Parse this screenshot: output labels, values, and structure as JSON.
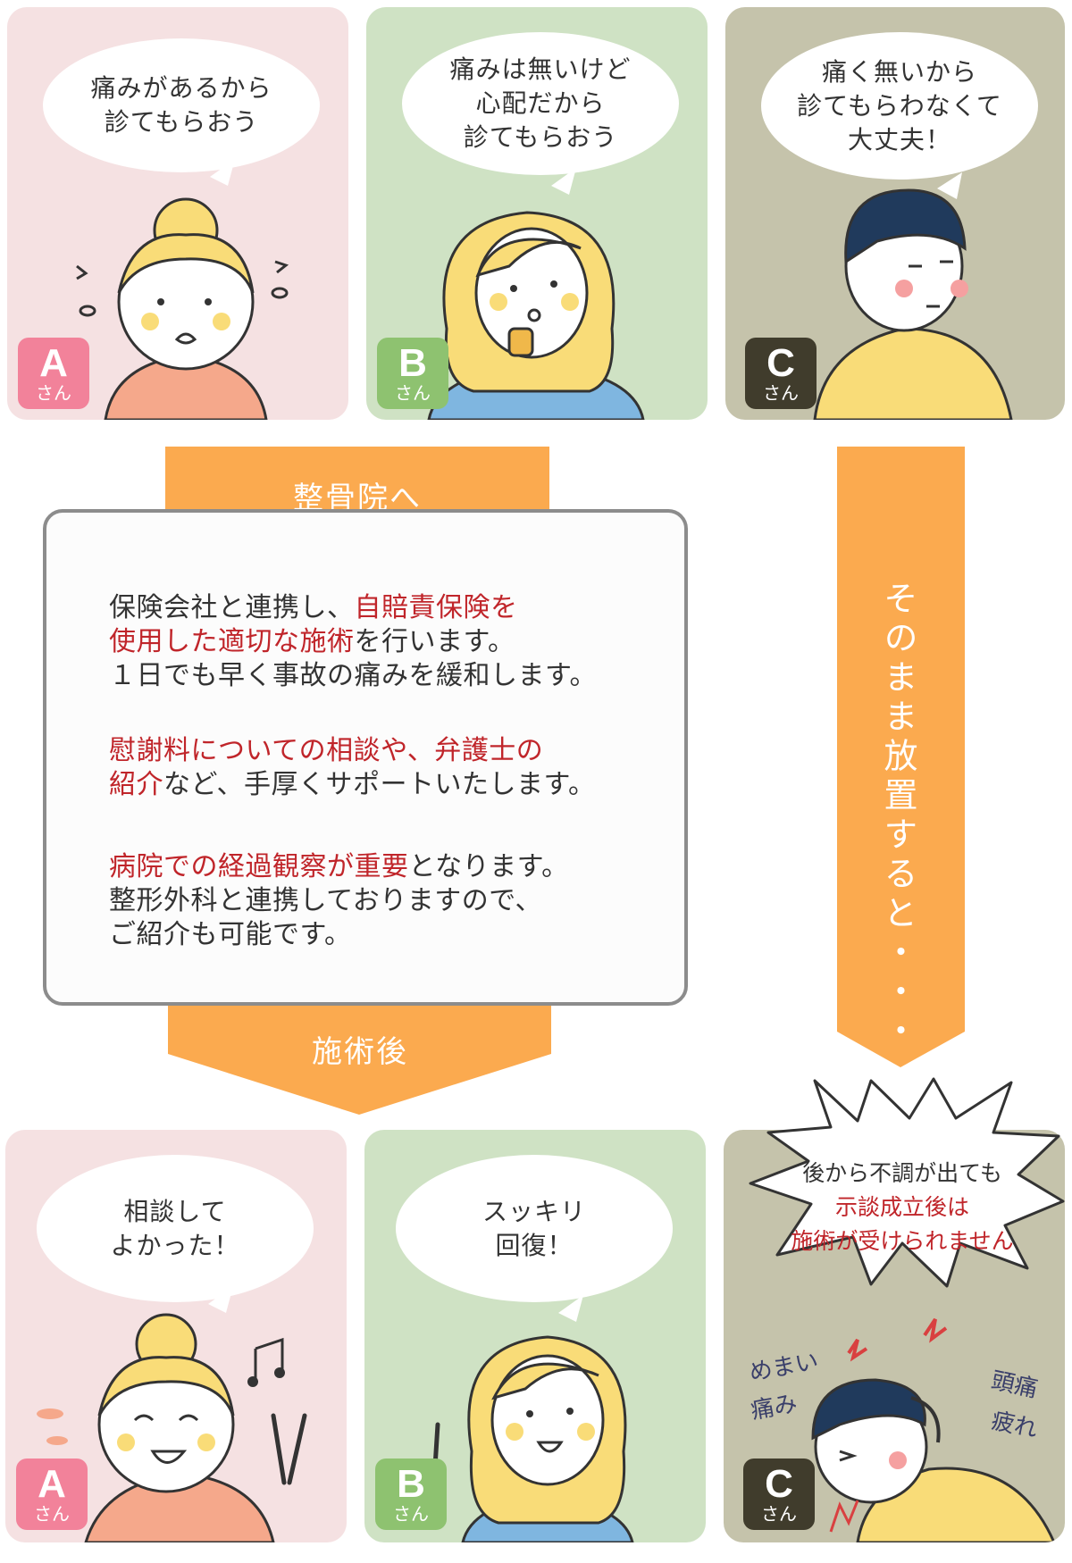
{
  "top_row": [
    {
      "bubble": "痛みがあるから\n診てもらおう",
      "badge_letter": "A",
      "badge_suffix": "さん"
    },
    {
      "bubble": "痛みは無いけど\n心配だから\n診てもらおう",
      "badge_letter": "B",
      "badge_suffix": "さん"
    },
    {
      "bubble": "痛く無いから\n診てもらわなくて\n大丈夫！",
      "badge_letter": "C",
      "badge_suffix": "さん"
    }
  ],
  "arrow_to_clinic": "整骨院へ",
  "arrow_after": "施術後",
  "side_arrow": "そのまま放置すると・・・",
  "info": {
    "p1_line1_plain": "保険会社と連携し、",
    "p1_line1_red": "自賠責保険を",
    "p1_line2_red": "使用した適切な施術",
    "p1_line2_plain": "を行います。",
    "p1_line3": "１日でも早く事故の痛みを緩和します。",
    "p2_line1_red": "慰謝料についての相談や、弁護士の",
    "p2_line2_red": "紹介",
    "p2_line2_plain": "など、手厚くサポートいたします。",
    "p3_line1_red": "病院での経過観察が重要",
    "p3_line1_plain": "となります。",
    "p3_line2": "整形外科と連携しておりますので、",
    "p3_line3": "ご紹介も可能です。"
  },
  "bottom_row": [
    {
      "bubble": "相談して\nよかった！",
      "badge_letter": "A",
      "badge_suffix": "さん"
    },
    {
      "bubble": "スッキリ\n回復！",
      "badge_letter": "B",
      "badge_suffix": "さん"
    },
    {
      "badge_letter": "C",
      "badge_suffix": "さん"
    }
  ],
  "warning": {
    "line1": "後から不調が出ても",
    "line2_red": "示談成立後は",
    "line3_red": "施術が受けられません"
  },
  "symptoms": [
    "めまい",
    "痛み",
    "頭痛",
    "疲れ"
  ],
  "colors": {
    "panel_a": "#f5e1e2",
    "panel_b": "#cfe2c4",
    "panel_c": "#c5c3ab",
    "badge_a": "#f2829a",
    "badge_b": "#8ec270",
    "badge_c": "#403c2c",
    "arrow": "#fbaa4f",
    "accent_red": "#c0252a"
  }
}
